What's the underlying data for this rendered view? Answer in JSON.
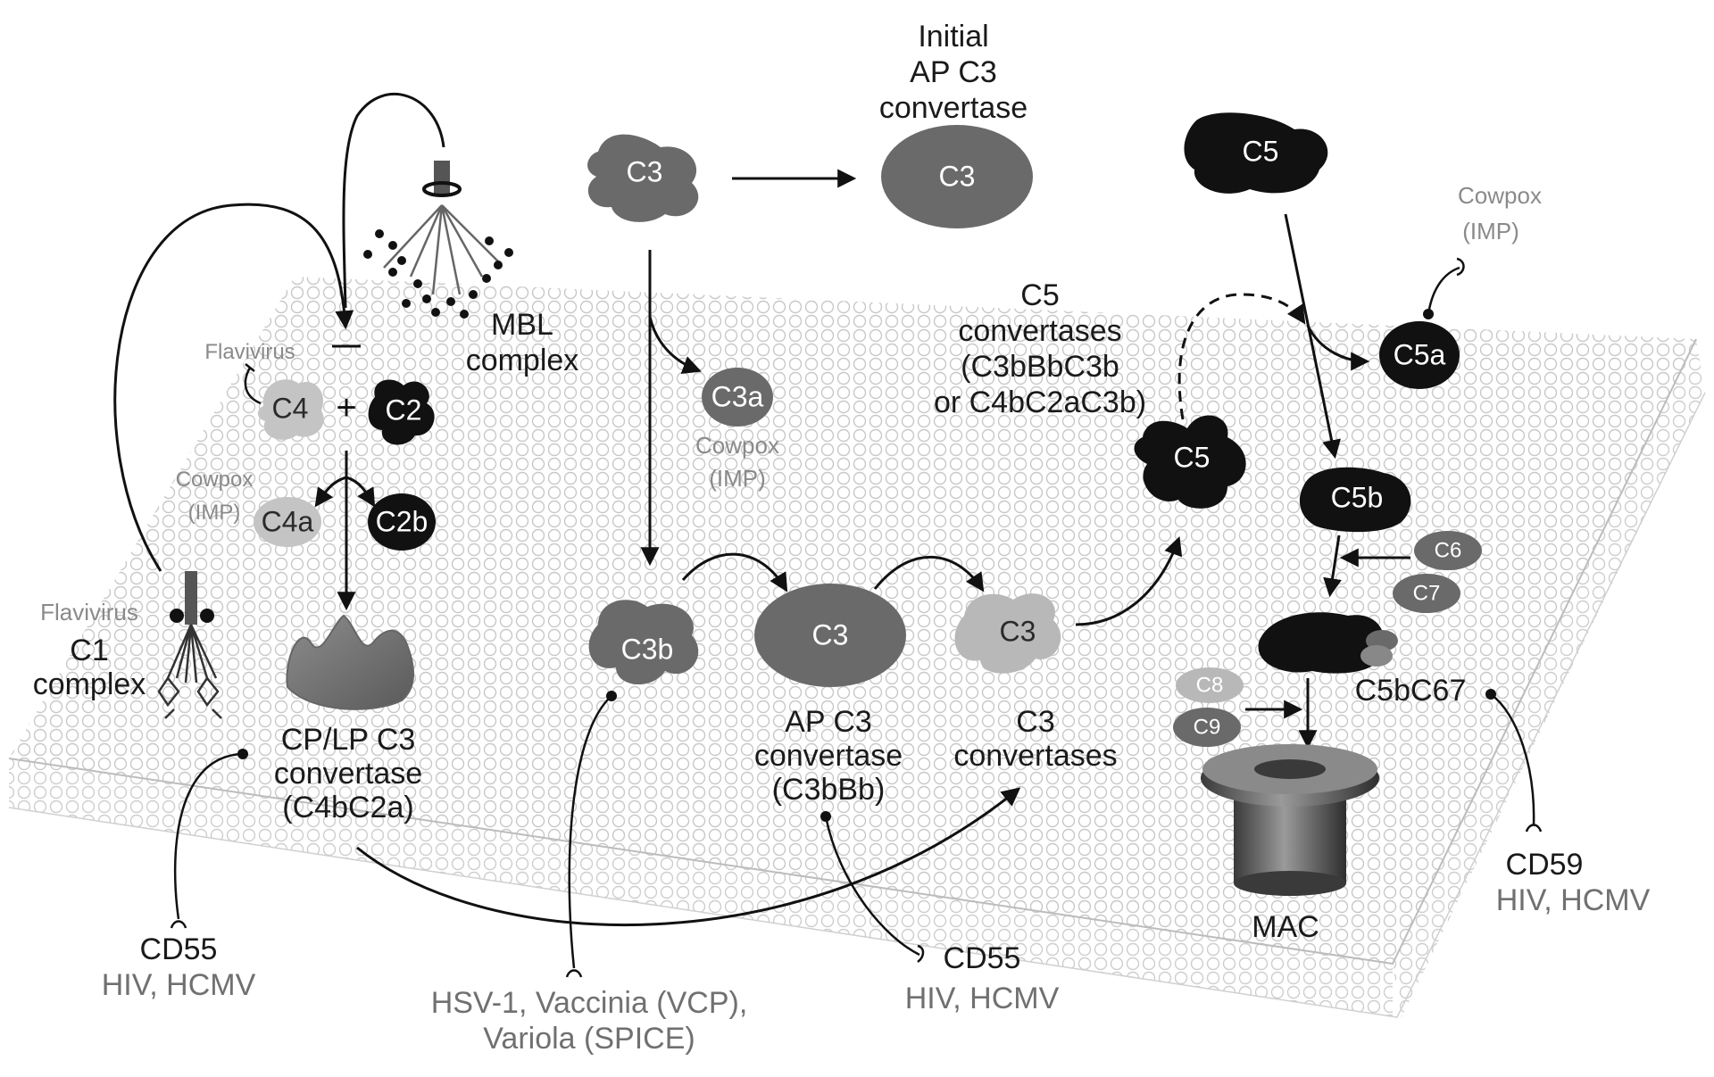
{
  "colors": {
    "membrane_line": "#c8c8c8",
    "c3_grey": "#6a6a6a",
    "c3_light": "#b8b8b8",
    "c5_black": "#111111",
    "inhibitor_text": "#707070"
  },
  "molecules": {
    "c3_top": "C3",
    "initial_c3": "C3",
    "c3a": "C3a",
    "c3b": "C3b",
    "ap_c3": "C3",
    "c3_conv": "C3",
    "c4": "C4",
    "plus": "+",
    "c2": "C2",
    "c4a": "C4a",
    "c2b": "C2b",
    "c5_top": "C5",
    "c5_mid": "C5",
    "c5a": "C5a",
    "c5b": "C5b",
    "c6": "C6",
    "c7": "C7",
    "c8": "C8",
    "c9": "C9"
  },
  "labels": {
    "initial_ap": [
      "Initial",
      "AP C3",
      "convertase"
    ],
    "mbl": [
      "MBL",
      "complex"
    ],
    "c1": [
      "C1",
      "complex"
    ],
    "cp_lp": [
      "CP/LP C3",
      "convertase",
      "(C4bC2a)"
    ],
    "ap_conv": [
      "AP C3",
      "convertase",
      "(C3bBb)"
    ],
    "c3_convertases": [
      "C3",
      "convertases"
    ],
    "c5_convertases": [
      "C5",
      "convertases",
      "(C3bBbC3b",
      "or C4bC2aC3b)"
    ],
    "c5bc67": "C5bC67",
    "mac": "MAC"
  },
  "inhibitors": {
    "flavivirus_c4": "Flavivirus",
    "flavivirus_c1": "Flavivirus",
    "cowpox_c4a": [
      "Cowpox",
      "(IMP)"
    ],
    "cowpox_c3a": [
      "Cowpox",
      "(IMP)"
    ],
    "cowpox_c5a": [
      "Cowpox",
      "(IMP)"
    ],
    "cd55_left": {
      "name": "CD55",
      "viruses": "HIV, HCMV"
    },
    "cd55_mid": {
      "name": "CD55",
      "viruses": "HIV, HCMV"
    },
    "cd59": {
      "name": "CD59",
      "viruses": "HIV, HCMV"
    },
    "c3b_viral": [
      "HSV-1, Vaccinia (VCP),",
      "Variola (SPICE)"
    ]
  }
}
